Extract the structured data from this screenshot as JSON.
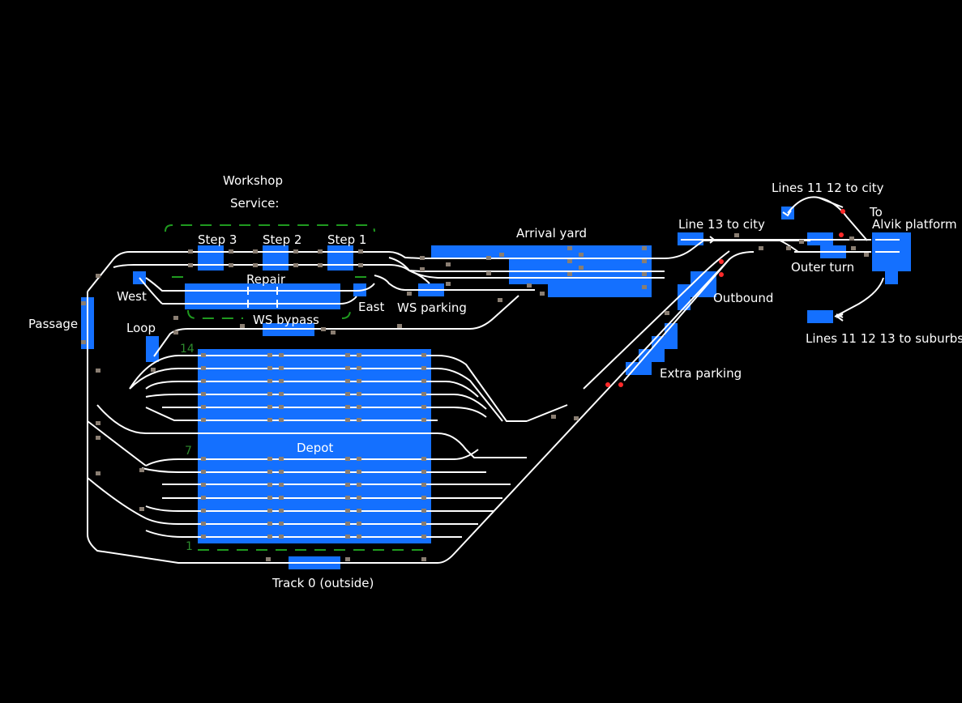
{
  "labels": {
    "workshop": "Workshop",
    "service": "Service:",
    "step3": "Step 3",
    "step2": "Step 2",
    "step1": "Step 1",
    "repair": "Repair",
    "ws_bypass": "WS bypass",
    "west": "West",
    "east": "East",
    "passage": "Passage",
    "loop": "Loop",
    "ws_parking": "WS parking",
    "arrival_yard": "Arrival yard",
    "line13_to_city": "Line 13 to city",
    "lines1112_to_city": "Lines 11 12 to city",
    "to": "To",
    "alvik_platform": "Alvik platform",
    "outer_turn": "Outer turn",
    "outbound": "Outbound",
    "extra_parking": "Extra parking",
    "lines_to_suburbs": "Lines 11 12 13 to suburbs",
    "depot": "Depot",
    "track0": "Track 0 (outside)",
    "depot_track_14": "14",
    "depot_track_7": "7",
    "depot_track_1": "1"
  },
  "colors": {
    "background": "#000000",
    "track": "#ffffff",
    "block": "#1470ff",
    "dashed_boundary": "#1f9a1f",
    "switch": "#8a7e72",
    "signal": "#ff2a2a"
  }
}
